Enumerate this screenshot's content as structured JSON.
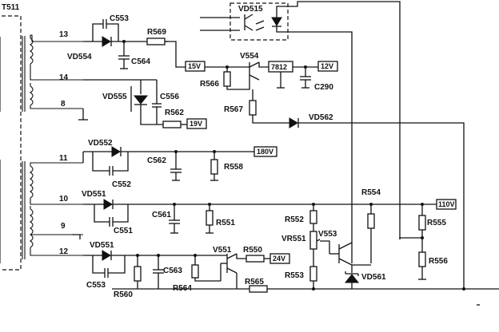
{
  "transformer": {
    "name": "T511",
    "pins": [
      "13",
      "14",
      "8",
      "11",
      "10",
      "9",
      "12"
    ]
  },
  "components": {
    "diodes": [
      "VD554",
      "VD555",
      "VD552",
      "VD551",
      "VD551",
      "VD562",
      "VD561"
    ],
    "capacitors": [
      "C553",
      "C564",
      "C556",
      "C562",
      "C552",
      "C561",
      "C551",
      "C553",
      "C563",
      "C290"
    ],
    "resistors": [
      "R569",
      "R566",
      "R567",
      "R562",
      "R558",
      "R551",
      "R560",
      "R564",
      "R550",
      "R565",
      "R552",
      "R553",
      "R554",
      "R555",
      "R556"
    ],
    "transistors": [
      "V554",
      "V551",
      "V553"
    ],
    "pot": "VR551",
    "regulator": "7812",
    "optocoupler": "VD515"
  },
  "rails": [
    "15V",
    "12V",
    "19V",
    "180V",
    "110V",
    "24V"
  ]
}
